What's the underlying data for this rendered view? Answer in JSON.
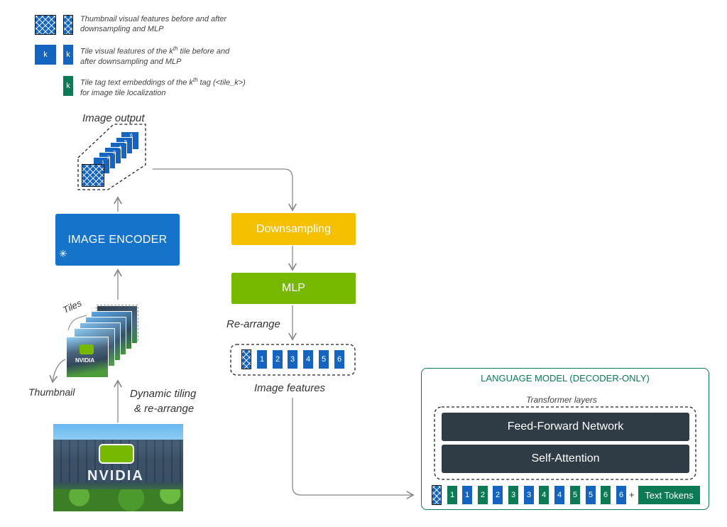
{
  "legend": {
    "thumbnail": "Thumbnail visual features before and after downsampling and MLP",
    "tile_line1": "Tile visual features of the k",
    "tile_sup": "th",
    "tile_line1b": " tile before and",
    "tile_line2": "after downsampling and MLP",
    "tag_line1": "Tile tag text embeddings of the k",
    "tag_sup": "th",
    "tag_line1b": " tag (<tile_k>)",
    "tag_line2": "for image tile localization",
    "k": "k"
  },
  "labels": {
    "image_output": "Image output",
    "image_encoder": "IMAGE ENCODER",
    "downsampling": "Downsampling",
    "mlp": "MLP",
    "rearrange": "Re-arrange",
    "image_features": "Image features",
    "tiles": "Tiles",
    "thumbnail": "Thumbnail",
    "dynamic_tiling_1": "Dynamic tiling",
    "dynamic_tiling_2": "& re-arrange",
    "nvidia": "NVIDIA",
    "lm_title": "LANGUAGE MODEL (DECODER-ONLY)",
    "transformer_layers": "Transformer layers",
    "ffn": "Feed-Forward Network",
    "self_attention": "Self-Attention",
    "text_tokens": "Text Tokens",
    "plus": "+"
  },
  "stack_numbers": [
    "1",
    "2",
    "3",
    "4",
    "5",
    "6"
  ],
  "feature_tokens": [
    "1",
    "2",
    "3",
    "4",
    "5",
    "6"
  ],
  "sequence_tokens": [
    {
      "kind": "green",
      "label": "1"
    },
    {
      "kind": "blue",
      "label": "1"
    },
    {
      "kind": "green",
      "label": "2"
    },
    {
      "kind": "blue",
      "label": "2"
    },
    {
      "kind": "green",
      "label": "3"
    },
    {
      "kind": "blue",
      "label": "3"
    },
    {
      "kind": "green",
      "label": "4"
    },
    {
      "kind": "blue",
      "label": "4"
    },
    {
      "kind": "green",
      "label": "5"
    },
    {
      "kind": "blue",
      "label": "5"
    },
    {
      "kind": "green",
      "label": "6"
    },
    {
      "kind": "blue",
      "label": "6"
    }
  ],
  "colors": {
    "blue": "#1565c0",
    "green": "#0b7a55",
    "yellow": "#f5c000",
    "lime": "#76b900",
    "dark": "#2f3b45"
  }
}
